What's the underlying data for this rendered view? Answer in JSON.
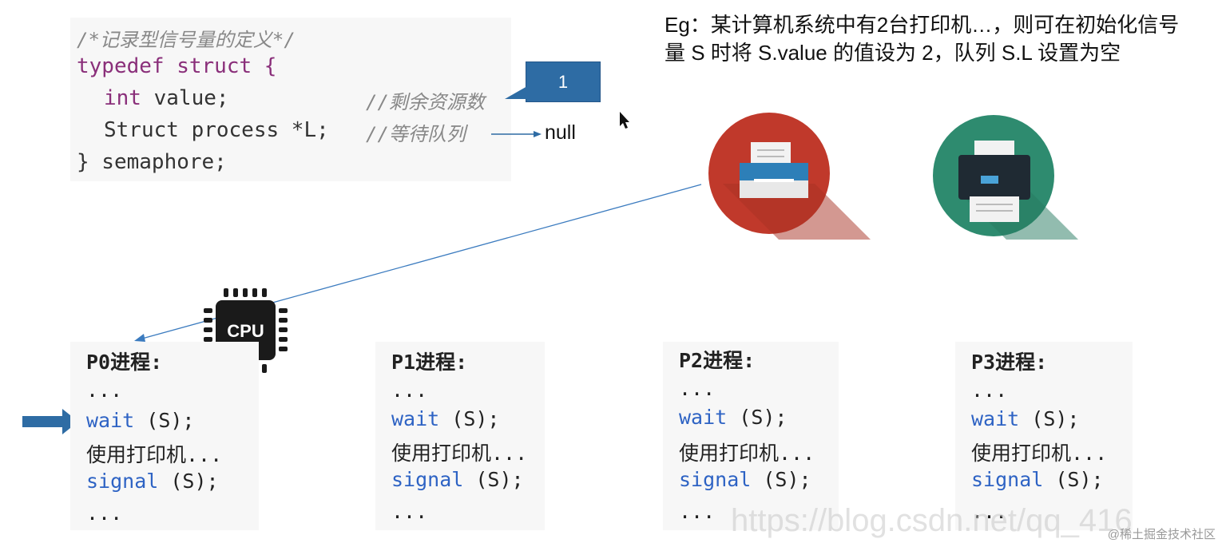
{
  "code": {
    "comment_title": "/*记录型信号量的定义*/",
    "line1": "typedef struct {",
    "line2_kw": "int",
    "line2_rest": " value;",
    "line2_comment": "//剩余资源数",
    "line3": "Struct process *L;",
    "line3_comment": "//等待队列",
    "line4": "} semaphore;"
  },
  "callout_value": "1",
  "null_label": "null",
  "example_text": "Eg：某计算机系统中有2台打印机…，则可在初始化信号量 S 时将 S.value 的值设为 2，队列 S.L 设置为空",
  "cpu_label": "CPU",
  "processes": [
    {
      "title": "P0进程:",
      "l1": "...",
      "wait": "wait",
      "wait_arg": " (S);",
      "use": "使用打印机...",
      "signal": "signal",
      "signal_arg": " (S);",
      "l5": "..."
    },
    {
      "title": "P1进程:",
      "l1": "...",
      "wait": "wait",
      "wait_arg": " (S);",
      "use": "使用打印机...",
      "signal": "signal",
      "signal_arg": " (S);",
      "l5": "..."
    },
    {
      "title": "P2进程:",
      "l1": "...",
      "wait": "wait",
      "wait_arg": " (S);",
      "use": "使用打印机...",
      "signal": "signal",
      "signal_arg": " (S);",
      "l5": "..."
    },
    {
      "title": "P3进程:",
      "l1": "...",
      "wait": "wait",
      "wait_arg": " (S);",
      "use": "使用打印机...",
      "signal": "signal",
      "signal_arg": " (S);",
      "l5": "..."
    }
  ],
  "colors": {
    "printer1_bg": "#c0392b",
    "printer2_bg": "#2e8b6f",
    "arrow_blue": "#2e6ca4",
    "keyword_blue": "#2e63c4"
  },
  "watermark": "https://blog.csdn.net/qq_416",
  "credit": "@稀土掘金技术社区"
}
